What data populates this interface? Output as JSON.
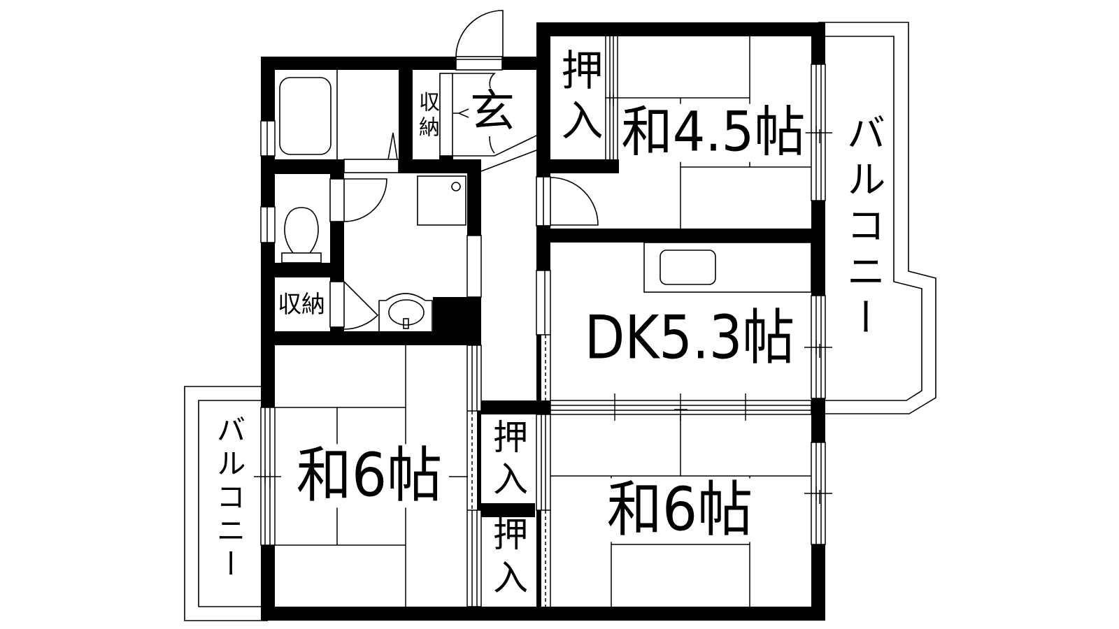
{
  "plan": {
    "entrance": {
      "label": "玄"
    },
    "storage": [
      {
        "label": "収納"
      },
      {
        "label": "収納"
      }
    ],
    "closets": [
      {
        "label": "押入"
      },
      {
        "label": "押入"
      },
      {
        "label": "押入"
      }
    ],
    "rooms": [
      {
        "label": "和4.5帖",
        "size": 4.5
      },
      {
        "label": "DK5.3帖",
        "size": 5.3
      },
      {
        "label": "和6帖",
        "size": 6
      },
      {
        "label": "和6帖",
        "size": 6
      }
    ],
    "balconies": [
      {
        "label": "バルコニー"
      },
      {
        "label": "バルコニー"
      }
    ]
  },
  "colors": {
    "wall": "#000000",
    "line": "#000000",
    "background": "#ffffff"
  }
}
